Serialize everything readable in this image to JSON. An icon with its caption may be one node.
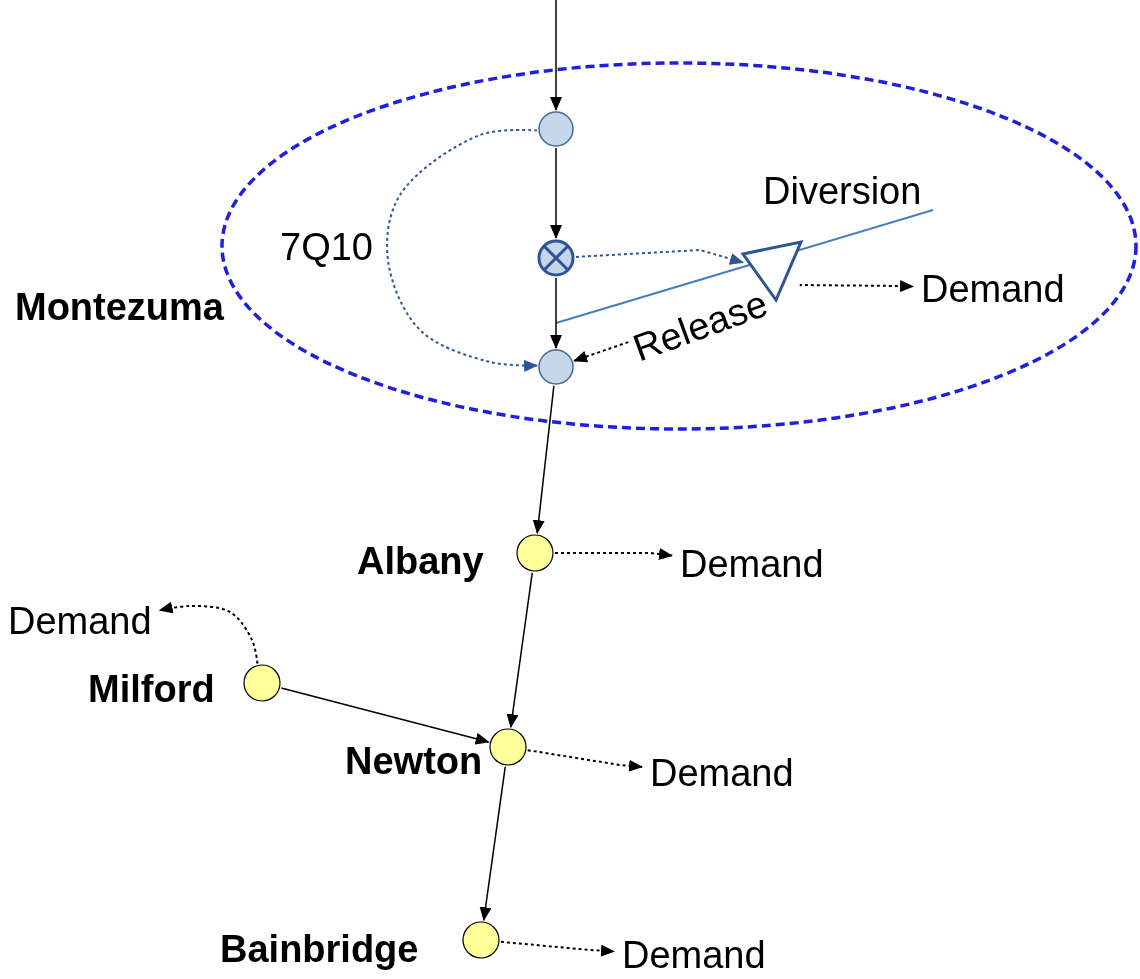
{
  "diagram": {
    "nodes": [
      {
        "text": [
          "Montezuma"
        ]
      },
      {
        "text": [],
        "shape": "circle",
        "in": 0
      },
      {
        "text": [],
        "shape": "valve",
        "in": 0
      },
      {
        "text": [],
        "shape": "triangle",
        "in": 0
      },
      {
        "text": [
          "Demand"
        ],
        "in": 0
      },
      {
        "text": [],
        "shape": "circle",
        "in": 0
      },
      {
        "text": [
          "Albany"
        ]
      },
      {
        "text": [
          "Demand"
        ]
      },
      {
        "text": [
          "Demand"
        ]
      },
      {
        "text": [
          "Milford"
        ]
      },
      {
        "text": [
          "Newton"
        ]
      },
      {
        "text": [
          "Demand"
        ]
      },
      {
        "text": [
          "Bainbridge"
        ]
      },
      {
        "text": [
          "Demand"
        ]
      }
    ],
    "edges": [
      {
        "from": null,
        "to": 1,
        "arrow": "to"
      },
      {
        "from": 1,
        "to": 2,
        "arrow": "to"
      },
      {
        "from": 2,
        "to": 5,
        "arrow": "to"
      },
      {
        "from": 1,
        "to": 5,
        "arrow": "to",
        "label": "7Q10",
        "style": "dashed",
        "color": "#2f5597"
      },
      {
        "from": 2,
        "to": 3,
        "arrow": "to",
        "style": "dashed",
        "color": "#2f5597"
      },
      {
        "from": 3,
        "to": 4,
        "arrow": "to",
        "style": "dashed"
      },
      {
        "from": 3,
        "to": 5,
        "arrow": "to",
        "label": "Release",
        "style": "dashed"
      },
      {
        "from": 5,
        "to": 6,
        "arrow": "to"
      },
      {
        "from": 6,
        "to": 7,
        "arrow": "to",
        "style": "dashed"
      },
      {
        "from": 9,
        "to": 8,
        "arrow": "to",
        "style": "dashed"
      },
      {
        "from": 6,
        "to": 10,
        "arrow": "to"
      },
      {
        "from": 9,
        "to": 10,
        "arrow": "to"
      },
      {
        "from": 10,
        "to": 11,
        "arrow": "to",
        "style": "dashed"
      },
      {
        "from": 10,
        "to": 12,
        "arrow": "to"
      },
      {
        "from": 12,
        "to": 13,
        "arrow": "to",
        "style": "dashed"
      }
    ],
    "labels": [
      "Diversion"
    ]
  }
}
